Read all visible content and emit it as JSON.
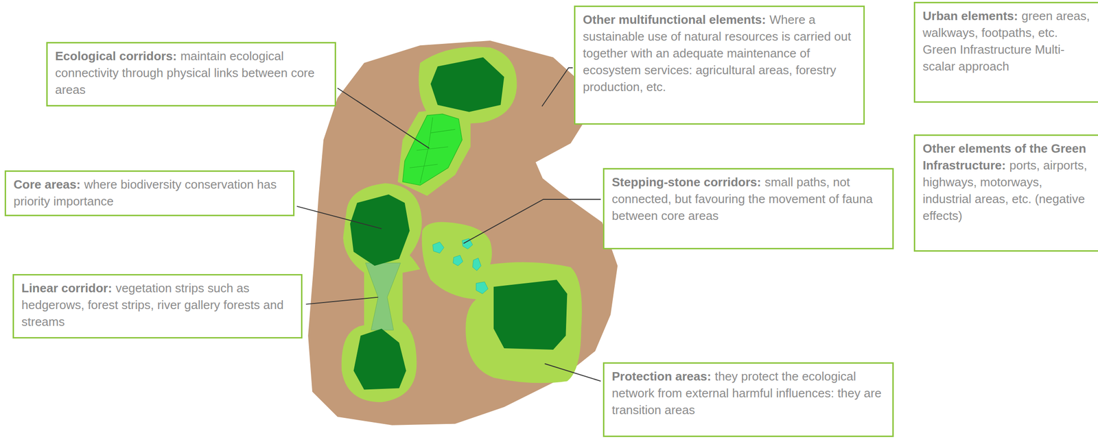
{
  "diagram": {
    "nodes": [
      {
        "text": [
          "Ecological corridors:",
          "maintain ecological connectivity through physical links between core areas"
        ]
      },
      {
        "text": [
          "Other multifunctional elements:",
          "Where a sustainable use of natural resources is carried out together with an adequate maintenance of ecosystem services: agricultural areas, forestry production, etc."
        ]
      },
      {
        "text": [
          "Urban elements:",
          "green areas, walkways, footpaths, etc. Green Infrastructure Multi-scalar approach"
        ]
      },
      {
        "text": [
          "Core areas:",
          "where biodiversity conservation has priority importance"
        ]
      },
      {
        "text": [
          "Stepping-stone corridors:",
          "small paths, not connected, but favouring the movement of fauna between core areas"
        ]
      },
      {
        "text": [
          "Other elements of the Green Infrastructure:",
          "ports, airports, highways, motorways, industrial areas, etc. (negative effects)"
        ]
      },
      {
        "text": [
          "Linear corridor:",
          "vegetation strips such as hedgerows, forest strips, river gallery forests and streams"
        ]
      },
      {
        "text": [
          "Protection areas:",
          "they protect the ecological network from external harmful influences: they are transition areas"
        ]
      }
    ]
  }
}
